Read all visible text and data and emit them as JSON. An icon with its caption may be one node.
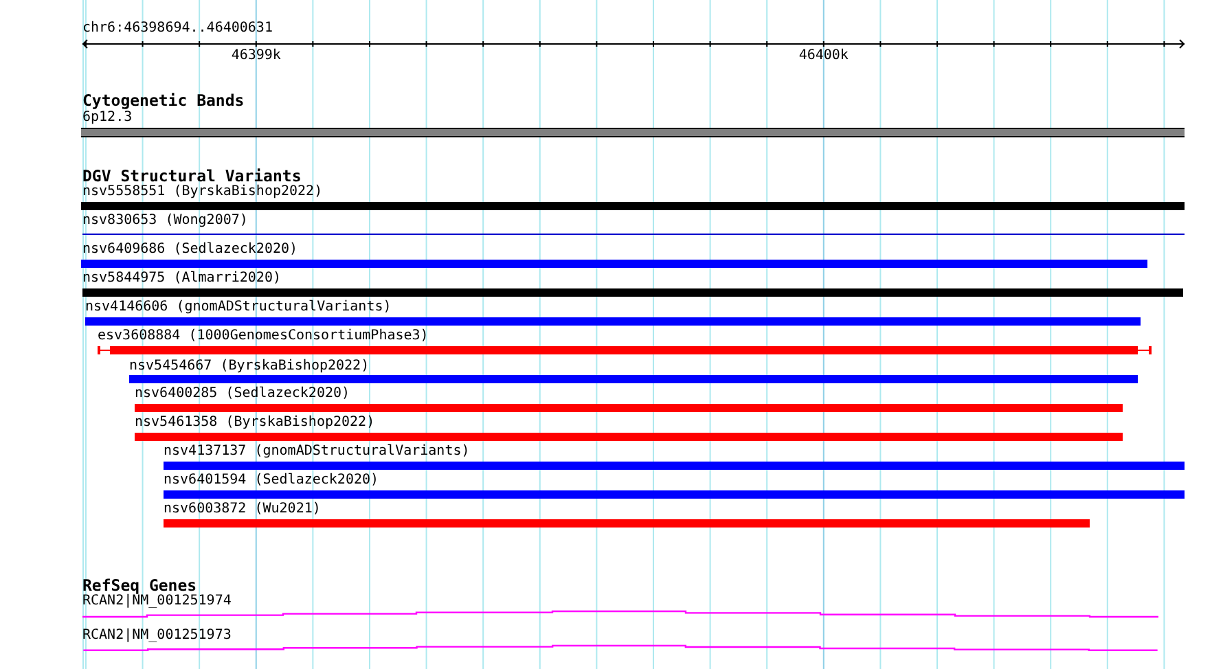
{
  "diagram": {
    "nodes": [
      {
        "text": [
          "6p12.3"
        ]
      },
      {
        "text": [
          "nsv5558551 (ByrskaBishop2022)"
        ]
      },
      {
        "text": [
          "nsv830653 (Wong2007)"
        ]
      },
      {
        "text": [
          "nsv6409686 (Sedlazeck2020)"
        ]
      },
      {
        "text": [
          "nsv5844975 (Almarri2020)"
        ]
      },
      {
        "text": [
          "nsv4146606 (gnomADStructuralVariants)"
        ]
      },
      {
        "text": [
          "esv3608884 (1000GenomesConsortiumPhase3)"
        ]
      },
      {
        "text": [
          "nsv5454667 (ByrskaBishop2022)"
        ]
      },
      {
        "text": [
          "nsv6400285 (Sedlazeck2020)"
        ]
      },
      {
        "text": [
          "nsv5461358 (ByrskaBishop2022)"
        ]
      },
      {
        "text": [
          "nsv4137137 (gnomADStructuralVariants)"
        ]
      },
      {
        "text": [
          "nsv6401594 (Sedlazeck2020)"
        ]
      },
      {
        "text": [
          "nsv6003872 (Wu2021)"
        ]
      },
      {
        "text": [
          "RCAN2|NM_001251974"
        ]
      },
      {
        "text": [
          "RCAN2|NM_001251973"
        ]
      }
    ],
    "edges": [],
    "labels": [
      "chr6:46398694..46400631",
      "46399k",
      "46400k",
      "Cytogenetic Bands",
      "DGV Structural Variants",
      "RefSeq Genes"
    ]
  }
}
